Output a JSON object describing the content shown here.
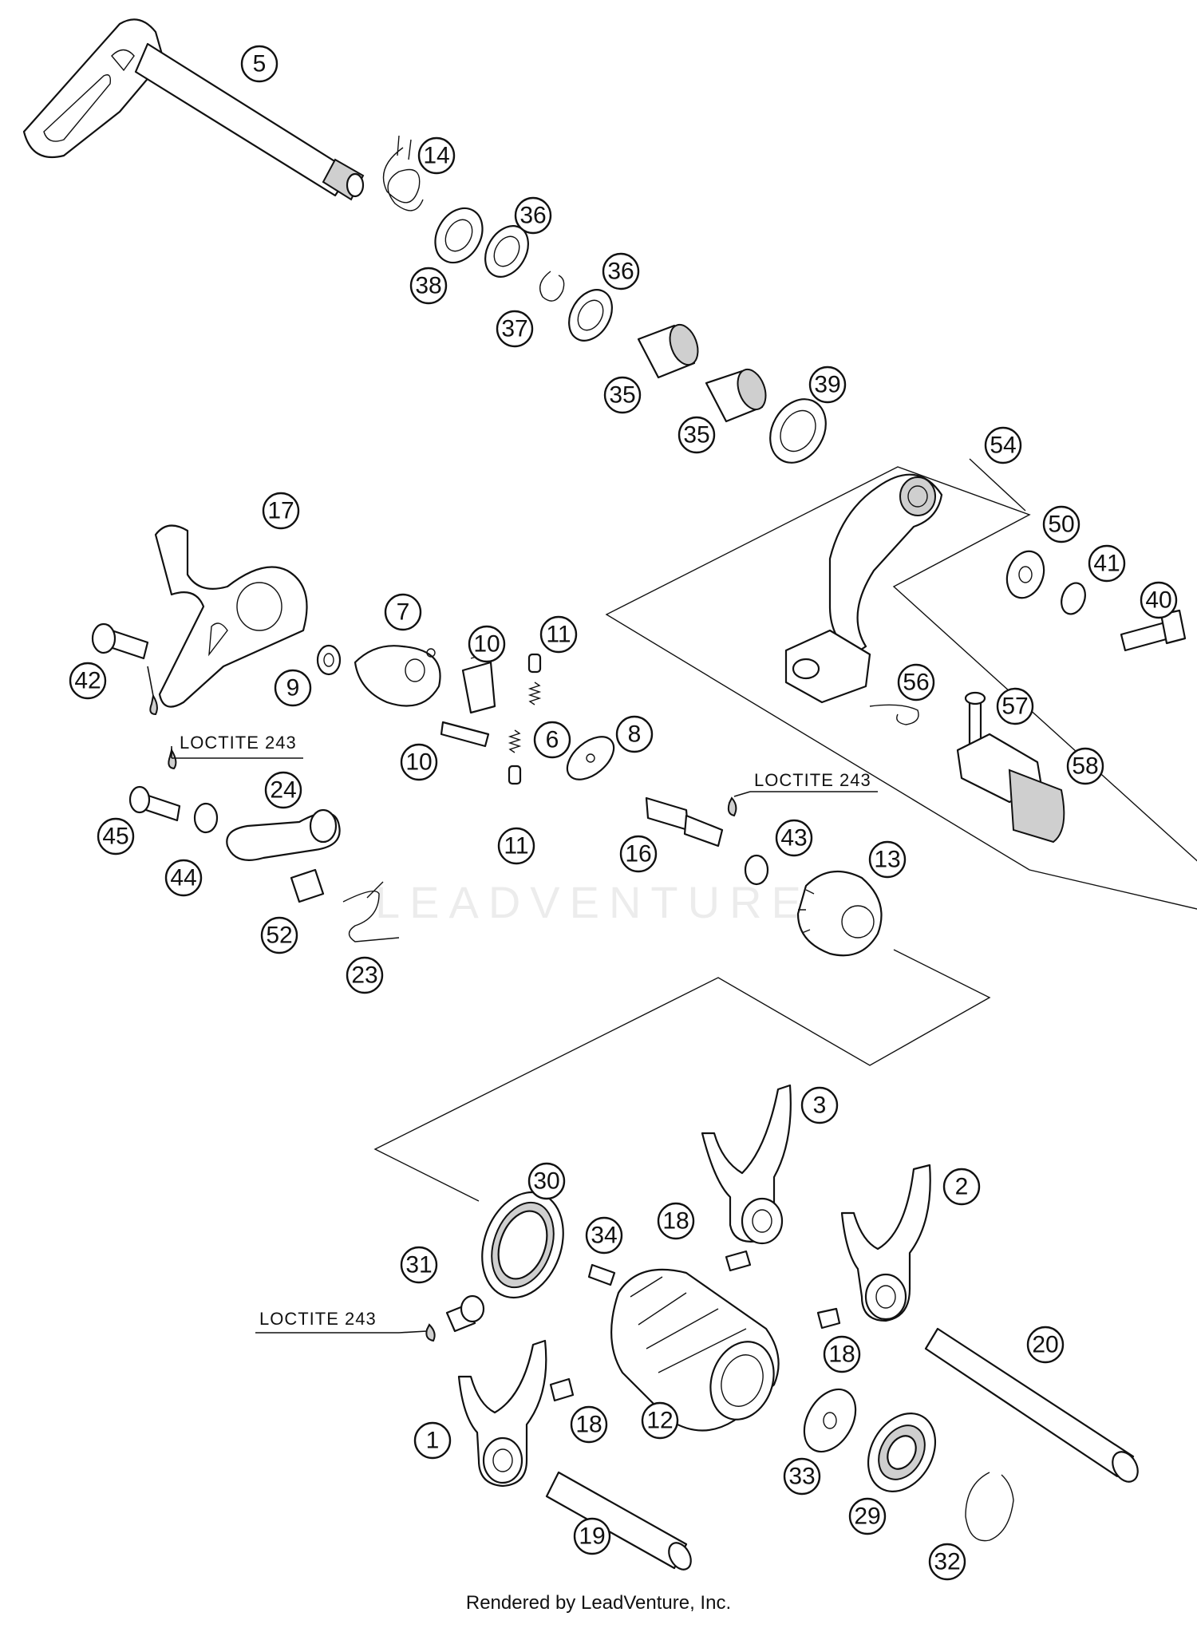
{
  "watermark": "LEADVENTURE",
  "footer": "Rendered by LeadVenture, Inc.",
  "notes": {
    "loctite_1": "LOCTITE 243",
    "loctite_2": "LOCTITE 243",
    "loctite_3": "LOCTITE 243"
  },
  "callouts": {
    "c5": "5",
    "c14": "14",
    "c36a": "36",
    "c38": "38",
    "c37": "37",
    "c36b": "36",
    "c35a": "35",
    "c35b": "35",
    "c39": "39",
    "c54": "54",
    "c50": "50",
    "c41": "41",
    "c40": "40",
    "c56": "56",
    "c57": "57",
    "c58": "58",
    "c17": "17",
    "c7": "7",
    "c10a": "10",
    "c11a": "11",
    "c42": "42",
    "c9": "9",
    "c6": "6",
    "c8": "8",
    "c10b": "10",
    "c11b": "11",
    "c45": "45",
    "c24": "24",
    "c44": "44",
    "c16": "16",
    "c43": "43",
    "c13": "13",
    "c52": "52",
    "c23": "23",
    "c3": "3",
    "c30": "30",
    "c2": "2",
    "c18a": "18",
    "c34": "34",
    "c31": "31",
    "c18b": "18",
    "c20": "20",
    "c12": "12",
    "c18c": "18",
    "c1": "1",
    "c33": "33",
    "c29": "29",
    "c19": "19",
    "c32": "32"
  }
}
